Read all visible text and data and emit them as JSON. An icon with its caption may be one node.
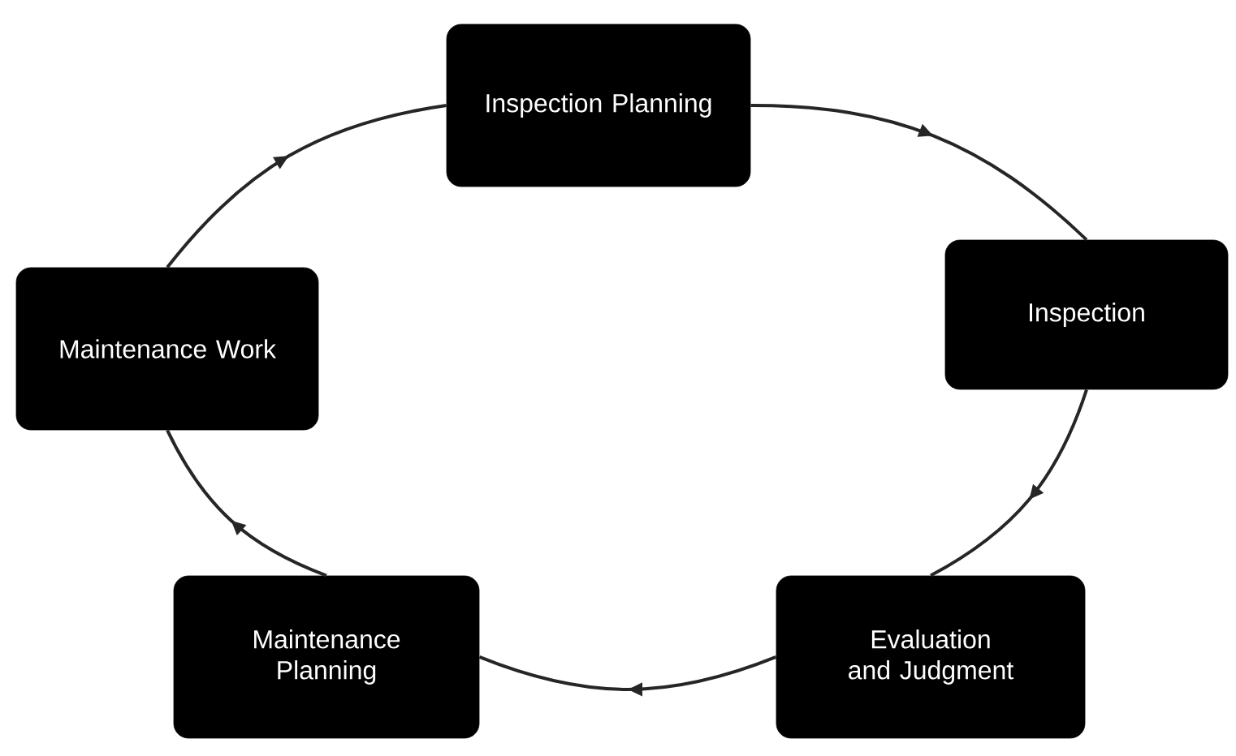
{
  "diagram": {
    "nodes": [
      {
        "text": [
          "Inspection Planning"
        ]
      },
      {
        "text": [
          "Inspection"
        ]
      },
      {
        "text": [
          "Evaluation and Judgment"
        ]
      },
      {
        "text": [
          "Maintenance Planning"
        ]
      },
      {
        "text": [
          "Maintenance Work"
        ]
      }
    ],
    "edges": [
      {
        "from": 0,
        "to": 1,
        "arrow": "to"
      },
      {
        "from": 1,
        "to": 2,
        "arrow": "to"
      },
      {
        "from": 2,
        "to": 3,
        "arrow": "to"
      },
      {
        "from": 3,
        "to": 4,
        "arrow": "to"
      },
      {
        "from": 4,
        "to": 0,
        "arrow": "to"
      }
    ]
  }
}
